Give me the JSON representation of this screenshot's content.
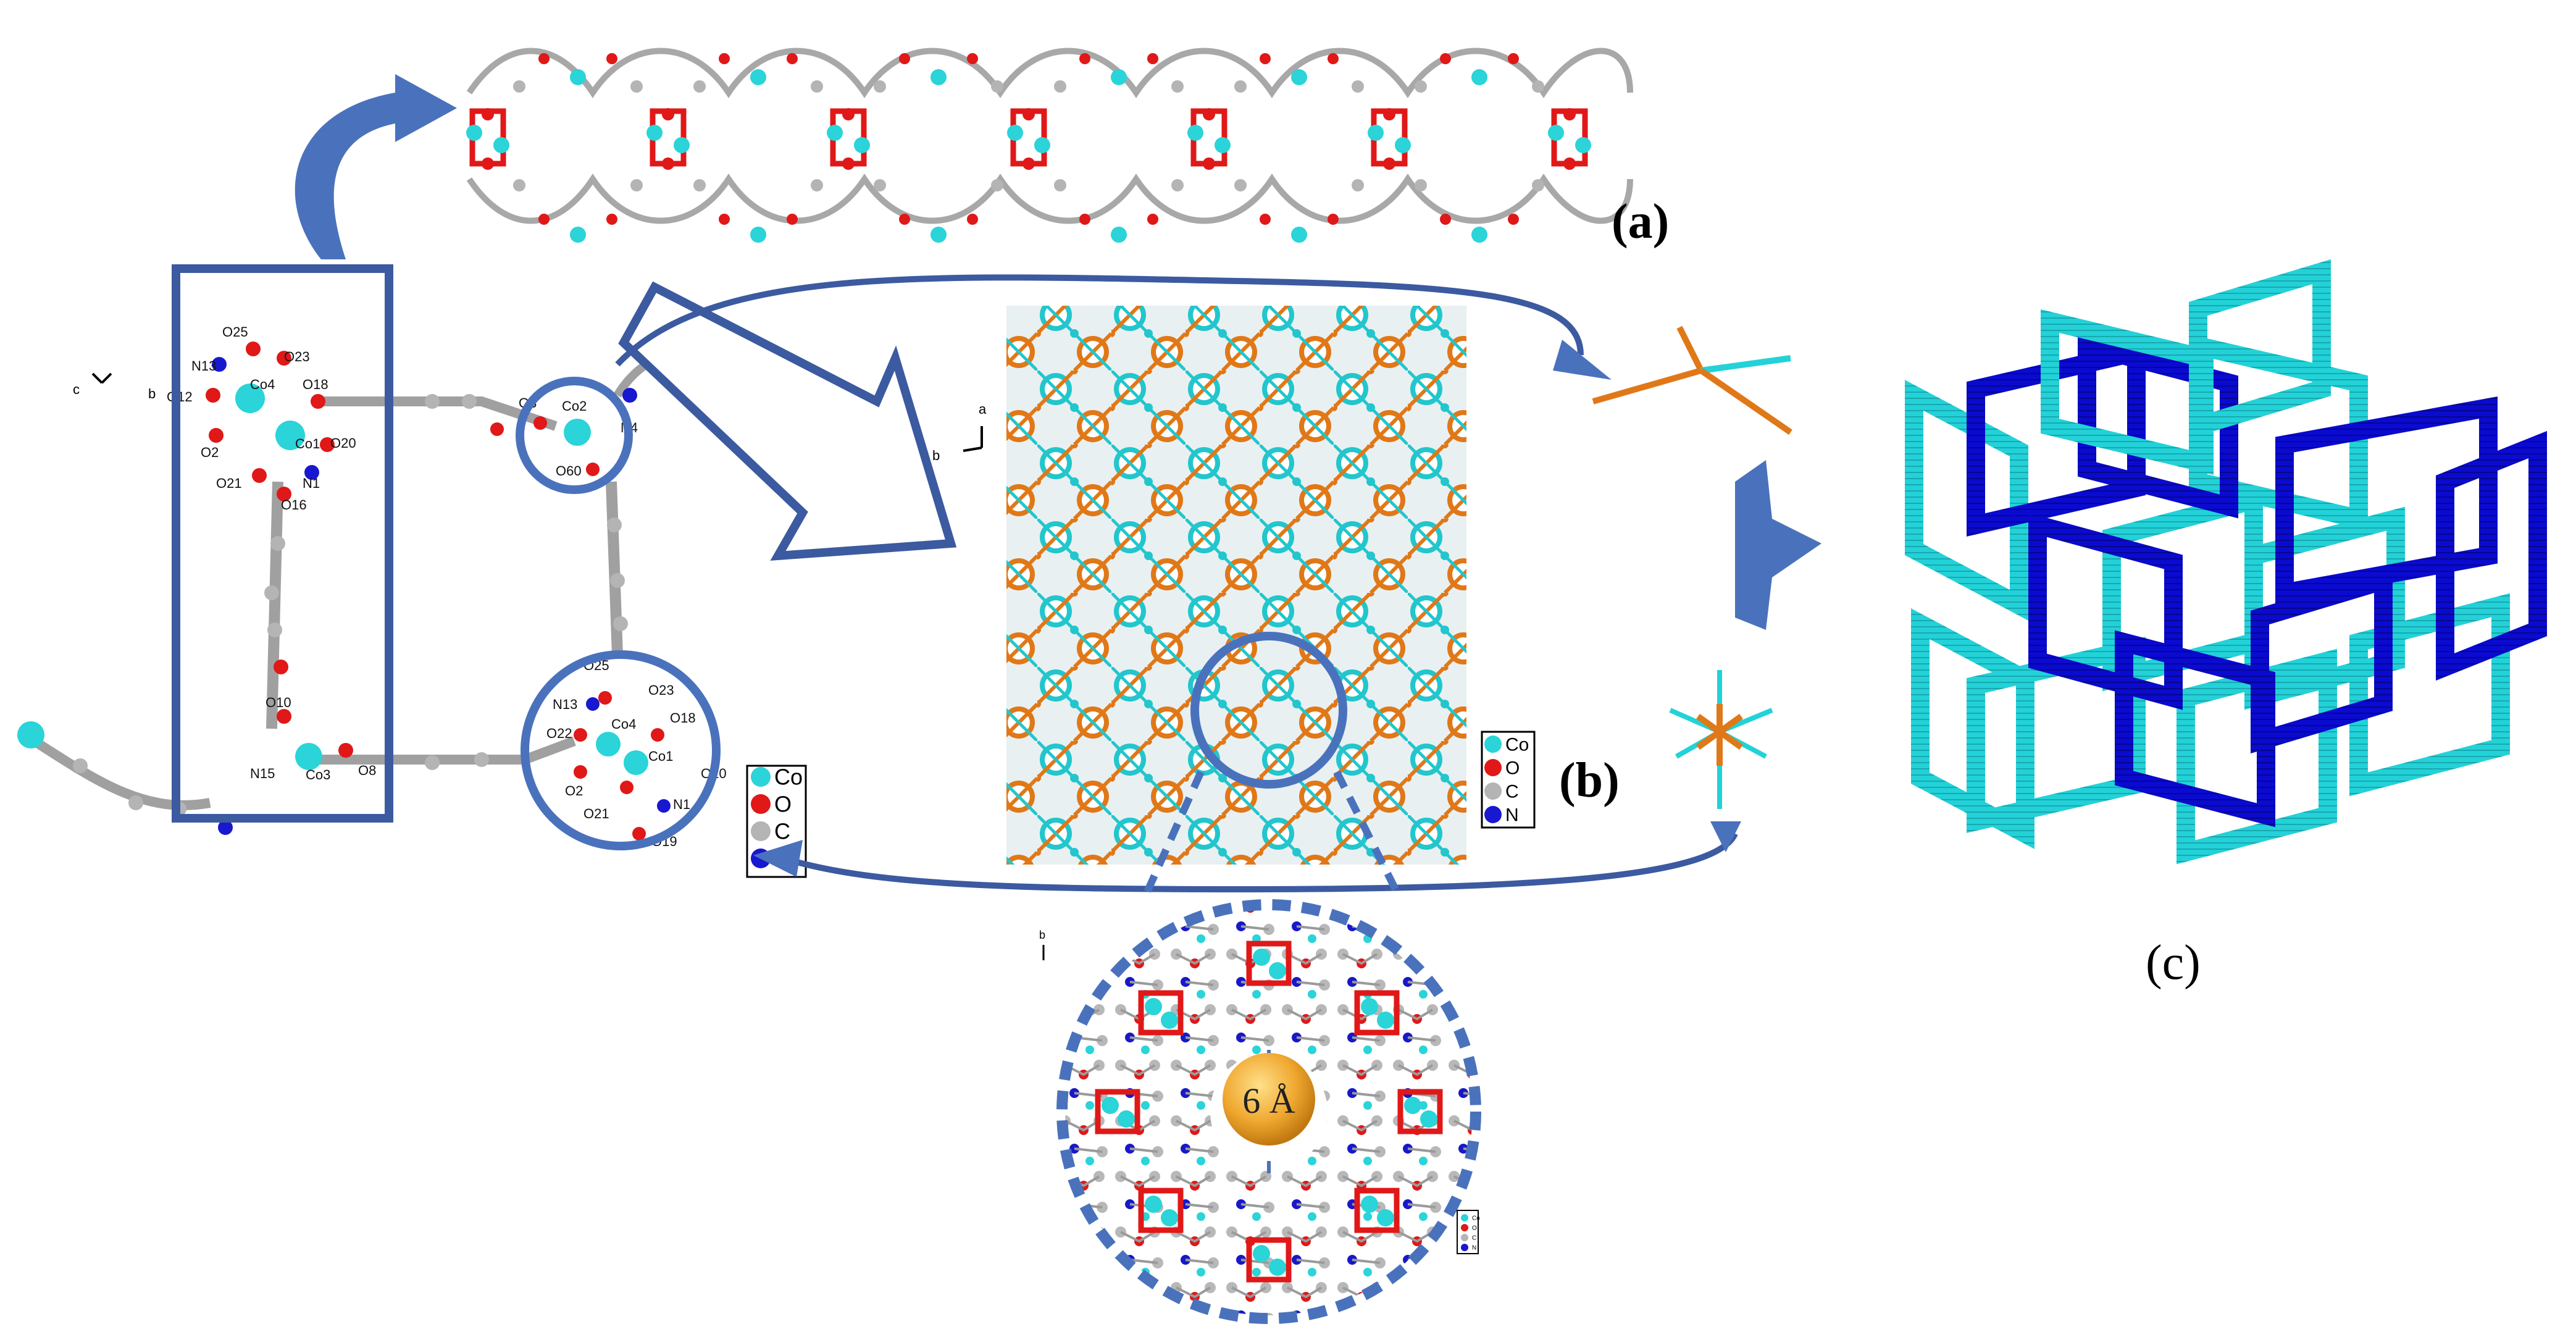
{
  "panel_labels": {
    "a": "(a)",
    "b": "(b)",
    "c": "(c)"
  },
  "pore_size": "6 Å",
  "legend": {
    "items": [
      {
        "symbol": "Co",
        "color": "#2ad4d8"
      },
      {
        "symbol": "O",
        "color": "#e01818"
      },
      {
        "symbol": "C",
        "color": "#b4b4b4"
      },
      {
        "symbol": "N",
        "color": "#1818d0"
      }
    ]
  },
  "atom_labels_left": [
    "O25",
    "O23",
    "N13",
    "Co4",
    "O18",
    "O2",
    "Co1",
    "O20",
    "O21",
    "N1",
    "O16",
    "O10",
    "N15",
    "Co3",
    "O8",
    "O12"
  ],
  "atom_labels_mid": [
    "O3",
    "Co2",
    "N4",
    "O60"
  ],
  "atom_labels_circle": [
    "O25",
    "O23",
    "N13",
    "O22",
    "Co4",
    "O18",
    "Co1",
    "O20",
    "O2",
    "O21",
    "N1",
    "O19"
  ],
  "axes_left": {
    "a1": "c",
    "a2": "b"
  },
  "axes_mid": {
    "a1": "a",
    "a2": "b"
  },
  "axes_bottom": {
    "a1": "b"
  },
  "colors": {
    "cyan": "#22d2d8",
    "blue": "#0a0ad0",
    "orange": "#e07818",
    "frame": "#3c5aa0",
    "arrow": "#4a72bc",
    "co": "#2ad4d8",
    "o": "#e01818",
    "c": "#b4b4b4",
    "n": "#1818d0"
  }
}
